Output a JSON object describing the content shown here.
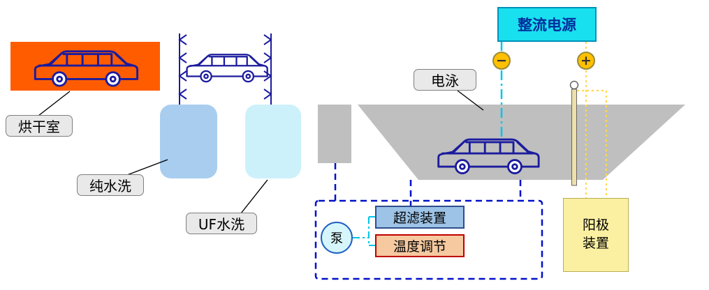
{
  "labels": {
    "rectifier": "整流电源",
    "electro_dip": "电泳",
    "drying_room": "烘干室",
    "pure_water_wash": "纯水洗",
    "uf_wash": "UF水洗",
    "pump": "泵",
    "ultrafiltration": "超滤装置",
    "temperature_control": "温度调节",
    "anode_device": "阳极\n装置",
    "minus_terminal": "−",
    "plus_terminal": "+"
  },
  "colors": {
    "rectifier_fill": "#19E0EF",
    "oven_fill": "#FF5C00",
    "pure_water_tank_fill": "#A8CDEF",
    "uf_tank_fill": "#CDF1FB",
    "bath_fill": "#BFBFBF",
    "terminal_fill": "#FFC000",
    "anode_box_fill": "#FBF0A2",
    "ultrafiltration_fill": "#9DC3E6",
    "temperature_fill": "#F6C9A0",
    "pump_fill": "#D6F6FB",
    "pipe_blue": "#0010C8",
    "cathode_line_cyan": "#00C5EA",
    "anode_line_yellow": "#FFD94D",
    "car_outline": "#1B1B9E"
  }
}
